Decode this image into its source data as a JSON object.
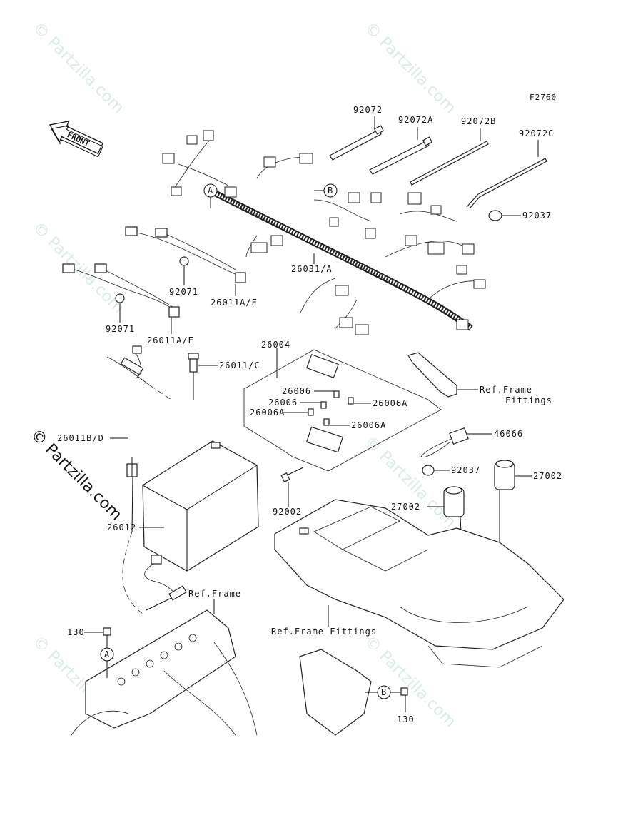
{
  "diagram": {
    "figure_code": "F2760",
    "front_arrow_label": "FRONT",
    "watermark": "© Partzilla.com",
    "callouts": [
      "A",
      "B"
    ],
    "part_labels": {
      "p92072": "92072",
      "p92072A": "92072A",
      "p92072B": "92072B",
      "p92072C": "92072C",
      "p92037_top": "92037",
      "p26031A": "26031/A",
      "p92071_upper": "92071",
      "p26011AE_upper": "26011A/E",
      "p92071_lower": "92071",
      "p26011AE_lower": "26011A/E",
      "p26004": "26004",
      "p26011C": "26011/C",
      "p26006_a": "26006",
      "p26006_b": "26006",
      "p26006A_a": "26006A",
      "p26006A_b": "26006A",
      "p26006A_c": "26006A",
      "ref_frame_fittings_top_1": "Ref.Frame",
      "ref_frame_fittings_top_2": "Fittings",
      "p46066": "46066",
      "p92037_mid": "92037",
      "p27002_right": "27002",
      "p27002_left": "27002",
      "p26011BD": "26011B/D",
      "p92002": "92002",
      "p26012": "26012",
      "ref_frame": "Ref.Frame",
      "ref_frame_fittings_bottom": "Ref.Frame Fittings",
      "p130_left": "130",
      "p130_right": "130"
    }
  }
}
